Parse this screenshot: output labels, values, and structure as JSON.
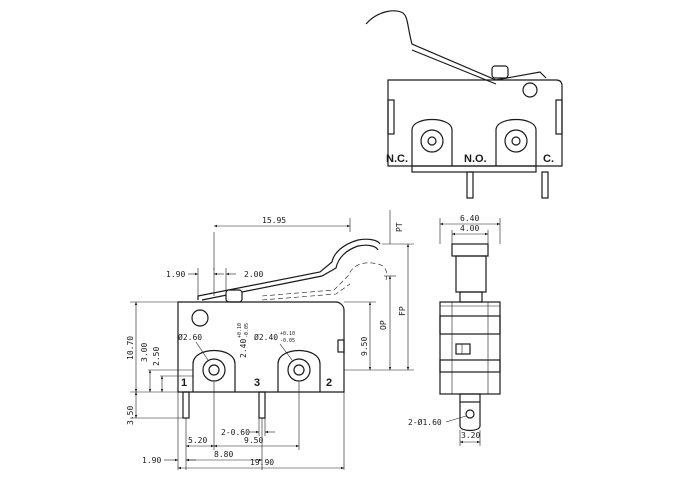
{
  "top_view": {
    "terminal_labels": [
      "N.C.",
      "N.O.",
      "C."
    ]
  },
  "front_view": {
    "terminal_labels": [
      "1",
      "3",
      "2"
    ],
    "dims": {
      "d_15_95": "15.95",
      "d_1_90_top": "1.90",
      "d_2_00": "2.00",
      "d_10_70": "10.70",
      "d_3_00": "3.00",
      "d_2_50": "2.50",
      "d_3_50": "3.50",
      "d_9_50_v": "9.50",
      "d_op": "OP",
      "d_fp": "FP",
      "d_pt": "PT",
      "hole1": "Ø2.60",
      "hole2_base": "Ø2.40",
      "hole2_tol_up": "+0.10",
      "hole2_tol_dn": "-0.05",
      "hole_offset_base": "2.40",
      "hole_offset_up": "+0.10",
      "hole_offset_dn": "-0.05",
      "d_2_060": "2-0.60",
      "d_5_20": "5.20",
      "d_9_50_h": "9.50",
      "d_1_90_bot": "1.90",
      "d_8_80": "8.80",
      "d_19_90": "19.90"
    }
  },
  "side_view": {
    "dims": {
      "d_6_40": "6.40",
      "d_4_00": "4.00",
      "d_2_01_60": "2-Ø1.60",
      "d_3_20": "3.20"
    }
  }
}
